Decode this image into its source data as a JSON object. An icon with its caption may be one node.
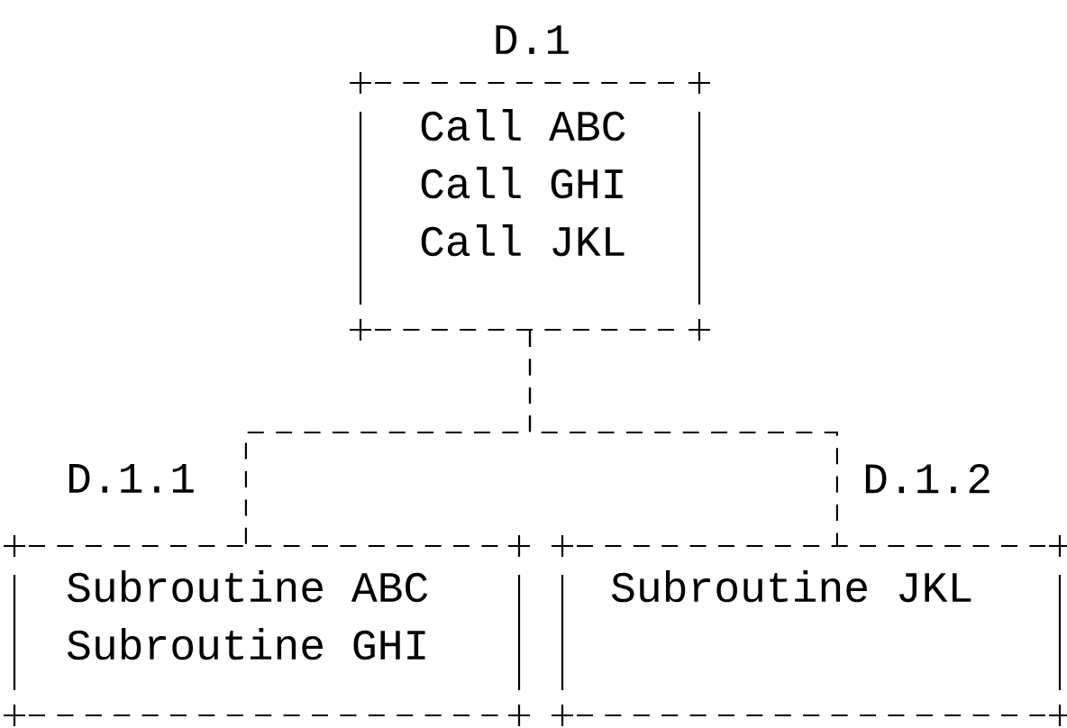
{
  "diagram": {
    "nodes": [
      {
        "text": [
          "D.1",
          "Call ABC",
          "Call GHI",
          "Call JKL"
        ]
      },
      {
        "text": [
          "D.1.1",
          "Subroutine ABC",
          "Subroutine GHI"
        ]
      },
      {
        "text": [
          "D.1.2",
          "Subroutine JKL"
        ]
      }
    ],
    "edges": [
      {
        "from": 0,
        "to": 1,
        "arrow": "none",
        "style": "dashed"
      },
      {
        "from": 0,
        "to": 2,
        "arrow": "none",
        "style": "dashed"
      }
    ]
  }
}
